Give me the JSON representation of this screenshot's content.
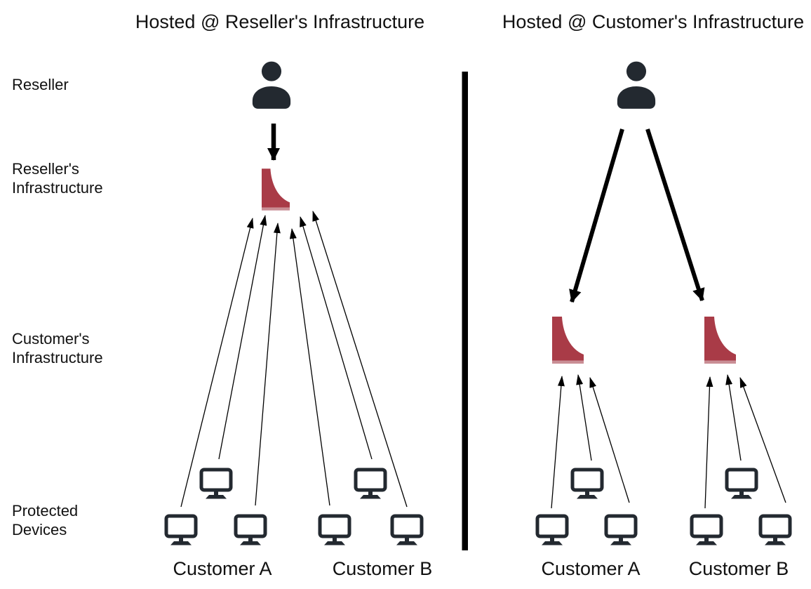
{
  "diagram": {
    "title_left": "Hosted @ Reseller's Infrastructure",
    "title_right": "Hosted @ Customer's Infrastructure",
    "row_labels": {
      "reseller": "Reseller",
      "reseller_infrastructure": "Reseller's\nInfrastructure",
      "customer_infrastructure": "Customer's\nInfrastructure",
      "protected_devices": "Protected\nDevices"
    },
    "left_panel": {
      "customer_a_label": "Customer A",
      "customer_b_label": "Customer B"
    },
    "right_panel": {
      "customer_a_label": "Customer A",
      "customer_b_label": "Customer B"
    },
    "icons": {
      "person": "person-icon",
      "monitor": "monitor-icon",
      "appliance": "red-curve-appliance-icon"
    },
    "colors": {
      "icon_dark": "#232930",
      "appliance_red": "#a93b47",
      "appliance_red_light": "#c98e95",
      "arrow_black": "#000000",
      "divider_black": "#000000",
      "text": "#111111",
      "background": "#ffffff"
    }
  }
}
